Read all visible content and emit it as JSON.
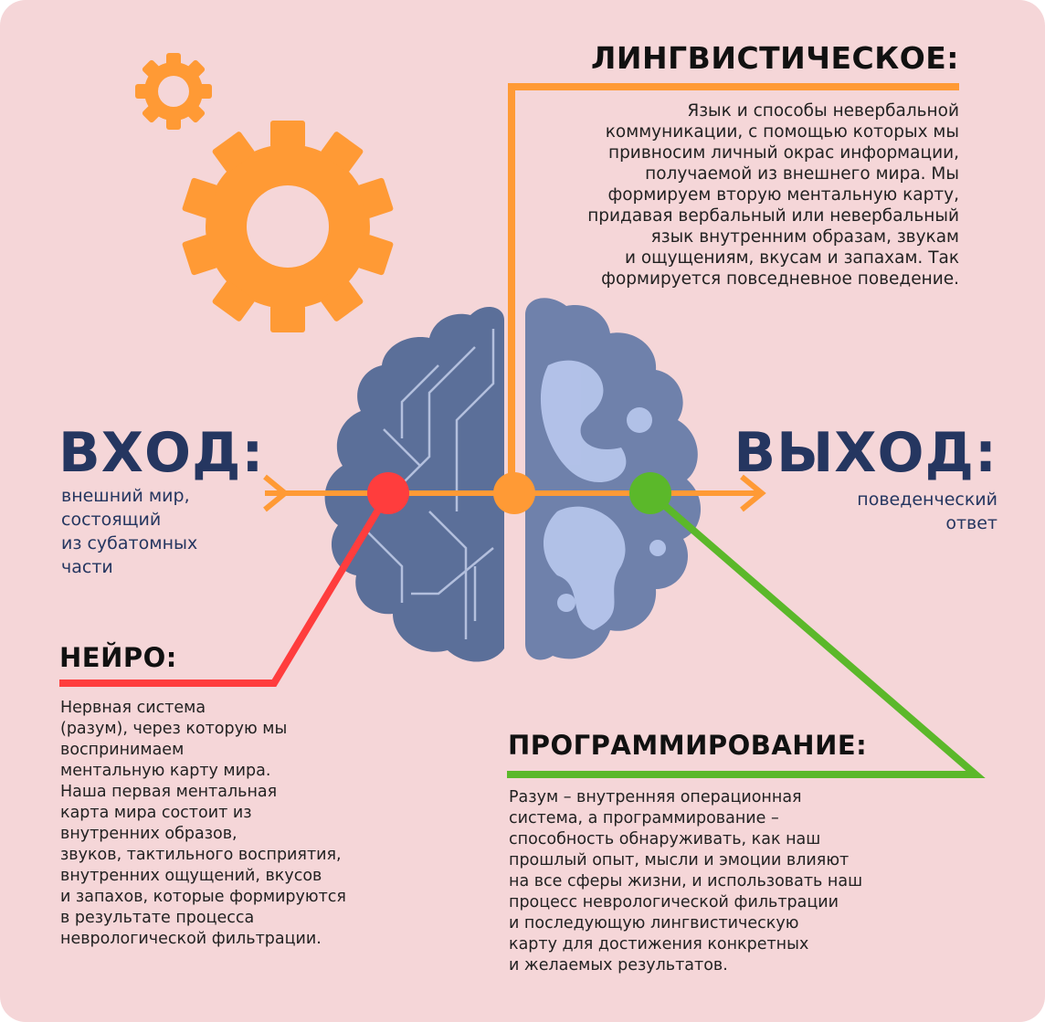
{
  "colors": {
    "background": "#f5d6d8",
    "orange": "#ff9a35",
    "red": "#ff3d3d",
    "green": "#5bb82a",
    "navy": "#253660",
    "brain": "#5b6f99"
  },
  "linguistic": {
    "title": "ЛИНГВИСТИЧЕСКОЕ:",
    "lines": [
      "Язык и способы невербальной",
      "коммуникации, с помощью которых мы",
      "привносим личный окрас информации,",
      "получаемой из внешнего мира. Мы",
      "формируем вторую ментальную карту,",
      "придавая вербальный или невербальный",
      "язык внутренним образам, звукам",
      "и ощущениям, вкусам и запахам. Так",
      "формируется повседневное поведение."
    ]
  },
  "input": {
    "title": "ВХОД:",
    "lines": [
      "внешний мир,",
      "состоящий",
      "из субатомных",
      "части"
    ]
  },
  "output": {
    "title": "ВЫХОД:",
    "lines": [
      "поведенческий",
      "ответ"
    ]
  },
  "neuro": {
    "title": "НЕЙРО:",
    "lines": [
      "Нервная система",
      "(разум), через которую мы",
      "воспринимаем",
      "ментальную карту мира.",
      "Наша первая ментальная",
      "карта мира состоит из",
      "внутренних образов,",
      "звуков, тактильного восприятия,",
      "внутренних ощущений, вкусов",
      "и запахов, которые формируются",
      "в результате процесса",
      "неврологической фильтрации."
    ]
  },
  "programming": {
    "title": "ПРОГРАММИРОВАНИЕ:",
    "lines": [
      "Разум – внутренняя операционная",
      "система, а программирование –",
      "способность обнаруживать, как наш",
      "прошлый опыт, мысли и эмоции влияют",
      "на все сферы жизни, и использовать наш",
      "процесс неврологической фильтрации",
      "и последующую лингвистическую",
      "карту для достижения конкретных",
      "и желаемых результатов."
    ]
  }
}
